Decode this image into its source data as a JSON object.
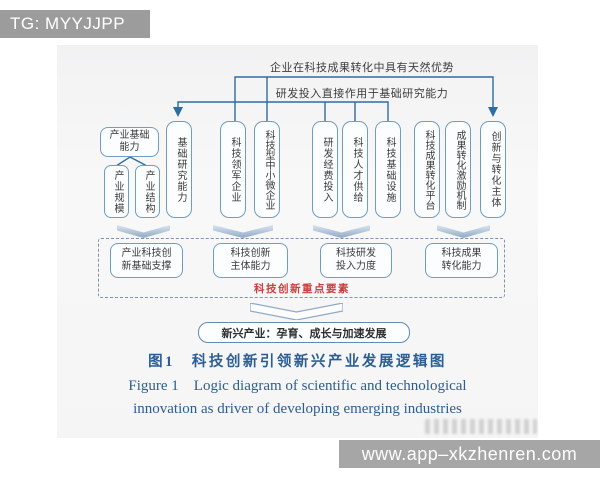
{
  "overlay": {
    "tg_badge": "TG: MYYJJPP",
    "site_bar": "www.app–xkzhenren.com"
  },
  "diagram": {
    "edge_labels": [
      "企业在科技成果转化中具有天然优势",
      "研发投入直接作用于基础研究能力"
    ],
    "industry_group": {
      "parent": "产业基础\n能力",
      "children": [
        "产业规模",
        "产业结构"
      ]
    },
    "factor_boxes": [
      "基础研究能力",
      "科技领军企业",
      "科技型中小微企业",
      "研发经费投入",
      "科技人才供给",
      "科技基础设施",
      "科技成果转化平台",
      "成果转化激励机制",
      "创新与转化主体"
    ],
    "key_elements": {
      "items": [
        "产业科技创\n新基础支撑",
        "科技创新\n主体能力",
        "科技研发\n投入力度",
        "科技成果\n转化能力"
      ],
      "label": "科技创新重点要素"
    },
    "outcome_box": "新兴产业：孕育、成长与加速发展",
    "caption_zh": "图1　科技创新引领新兴产业发展逻辑图",
    "caption_en_line1": "Figure 1    Logic diagram of scientific and technological",
    "caption_en_line2": "innovation as driver of developing emerging industries"
  },
  "colors": {
    "connector_blue": "#2e6da4",
    "box_border_blue": "#6f9ec2",
    "chevron_blue": "#8fa9c6",
    "red_label": "#c94040",
    "caption_blue": "#2c5e94",
    "watermark_gray": "#9c9c9c"
  }
}
